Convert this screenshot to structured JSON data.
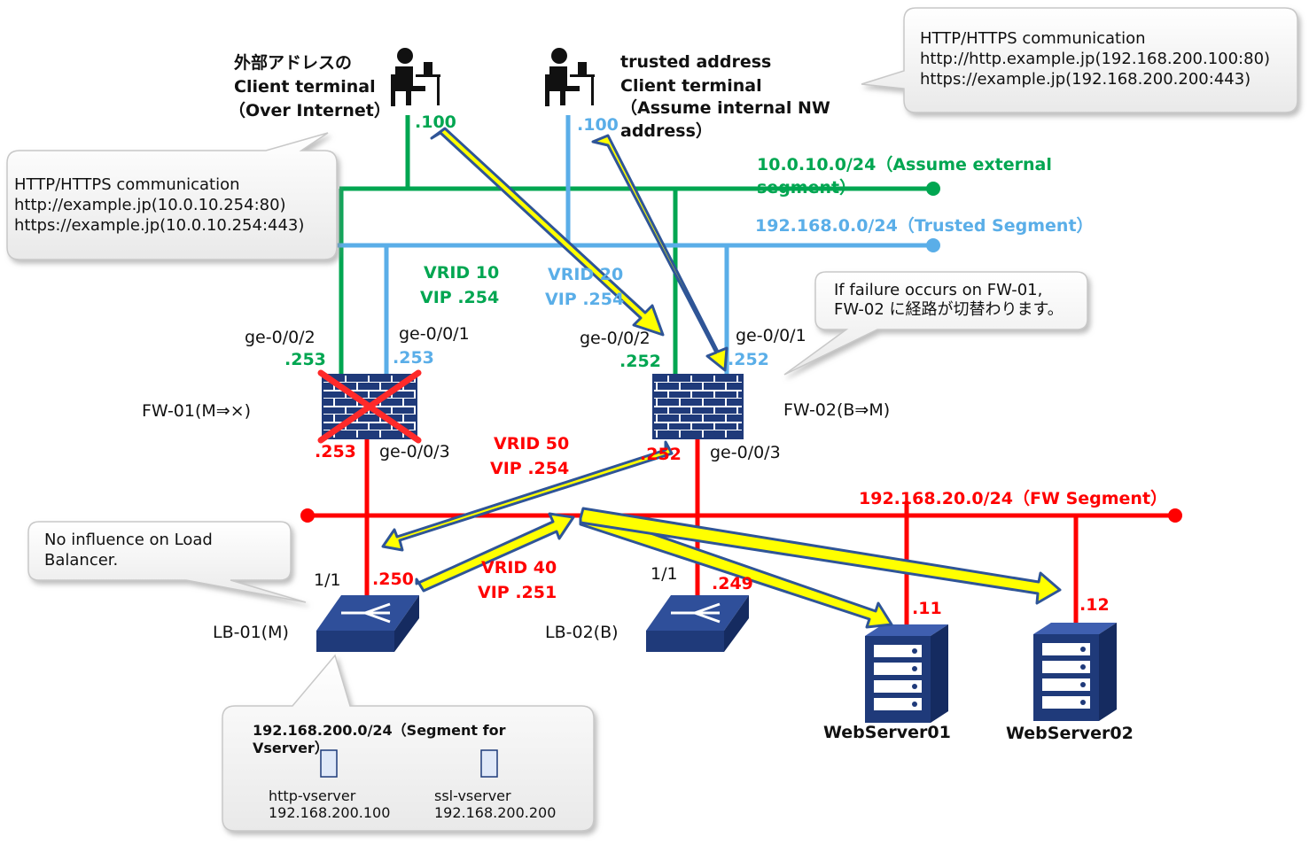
{
  "clients": {
    "external": {
      "lines": [
        "外部アドレスの",
        "Client terminal",
        "（Over Internet）"
      ],
      "ip": ".100"
    },
    "trusted": {
      "lines": [
        "trusted address",
        "Client terminal",
        "（Assume internal NW",
        "address）"
      ],
      "ip": ".100"
    }
  },
  "callouts": {
    "trusted_http": [
      "HTTP/HTTPS communication",
      "http://http.example.jp(192.168.200.100:80)",
      "https://example.jp(192.168.200.200:443)"
    ],
    "external_http": [
      "HTTP/HTTPS communication",
      "http://example.jp(10.0.10.254:80)",
      "https://example.jp(10.0.10.254:443)"
    ],
    "failover": [
      "If failure occurs on FW-01,",
      "FW-02 に経路が切替わります。"
    ],
    "lb": [
      "No influence on Load",
      "Balancer."
    ],
    "vserver": {
      "title_lines": [
        "192.168.200.0/24（Segment for",
        "Vserver）"
      ],
      "items": [
        {
          "name": "http-vserver",
          "ip": "192.168.200.100"
        },
        {
          "name": "ssl-vserver",
          "ip": "192.168.200.200"
        }
      ]
    }
  },
  "segments": {
    "external": [
      "10.0.10.0/24（Assume external",
      "segment）"
    ],
    "trusted": "192.168.0.0/24（Trusted Segment）",
    "fw": "192.168.20.0/24（FW Segment）"
  },
  "vrids": {
    "v10": [
      "VRID 10",
      "VIP .254"
    ],
    "v20": [
      "VRID 20",
      "VIP .254"
    ],
    "v50": [
      "VRID 50",
      "VIP .254"
    ],
    "v40": [
      "VRID 40",
      "VIP .251"
    ]
  },
  "fw01": {
    "name": "FW-01(M⇒×)",
    "ge2": "ge-0/0/2",
    "ge2_ip": ".253",
    "ge1": "ge-0/0/1",
    "ge1_ip": ".253",
    "ge3": "ge-0/0/3",
    "ge3_ip": ".253"
  },
  "fw02": {
    "name": "FW-02(B⇒M)",
    "ge2": "ge-0/0/2",
    "ge2_ip": ".252",
    "ge1": "ge-0/0/1",
    "ge1_ip": ".252",
    "ge3": "ge-0/0/3",
    "ge3_ip": ".252"
  },
  "lb01": {
    "name": "LB-01(M)",
    "port": "1/1",
    "ip": ".250"
  },
  "lb02": {
    "name": "LB-02(B)",
    "port": "1/1",
    "ip": ".249"
  },
  "web01": {
    "name": "WebServer01",
    "ip": ".11"
  },
  "web02": {
    "name": "WebServer02",
    "ip": ".12"
  },
  "colors": {
    "external_segment": "#00a651",
    "trusted_segment": "#5aaee8",
    "fw_segment": "#ff0000",
    "device": "#1f3a7a",
    "arrow_fill": "#ffff00",
    "arrow_stroke": "#2f5597"
  }
}
